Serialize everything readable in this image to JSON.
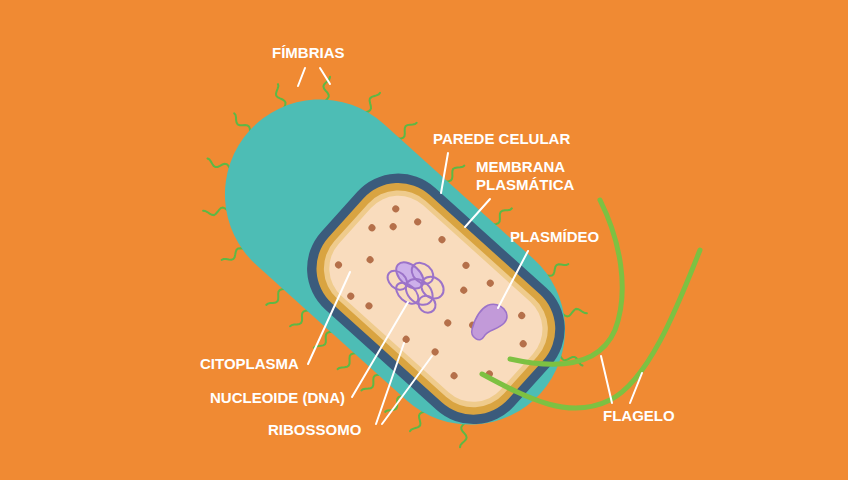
{
  "diagram": {
    "labels": [
      "FÍMBRIAS",
      "PAREDE CELULAR",
      "MEMBRANA PLASMÁTICA",
      "PLASMÍDEO",
      "CITOPLASMA",
      "NUCLEOIDE (DNA)",
      "RIBOSSOMO",
      "FLAGELO"
    ]
  }
}
